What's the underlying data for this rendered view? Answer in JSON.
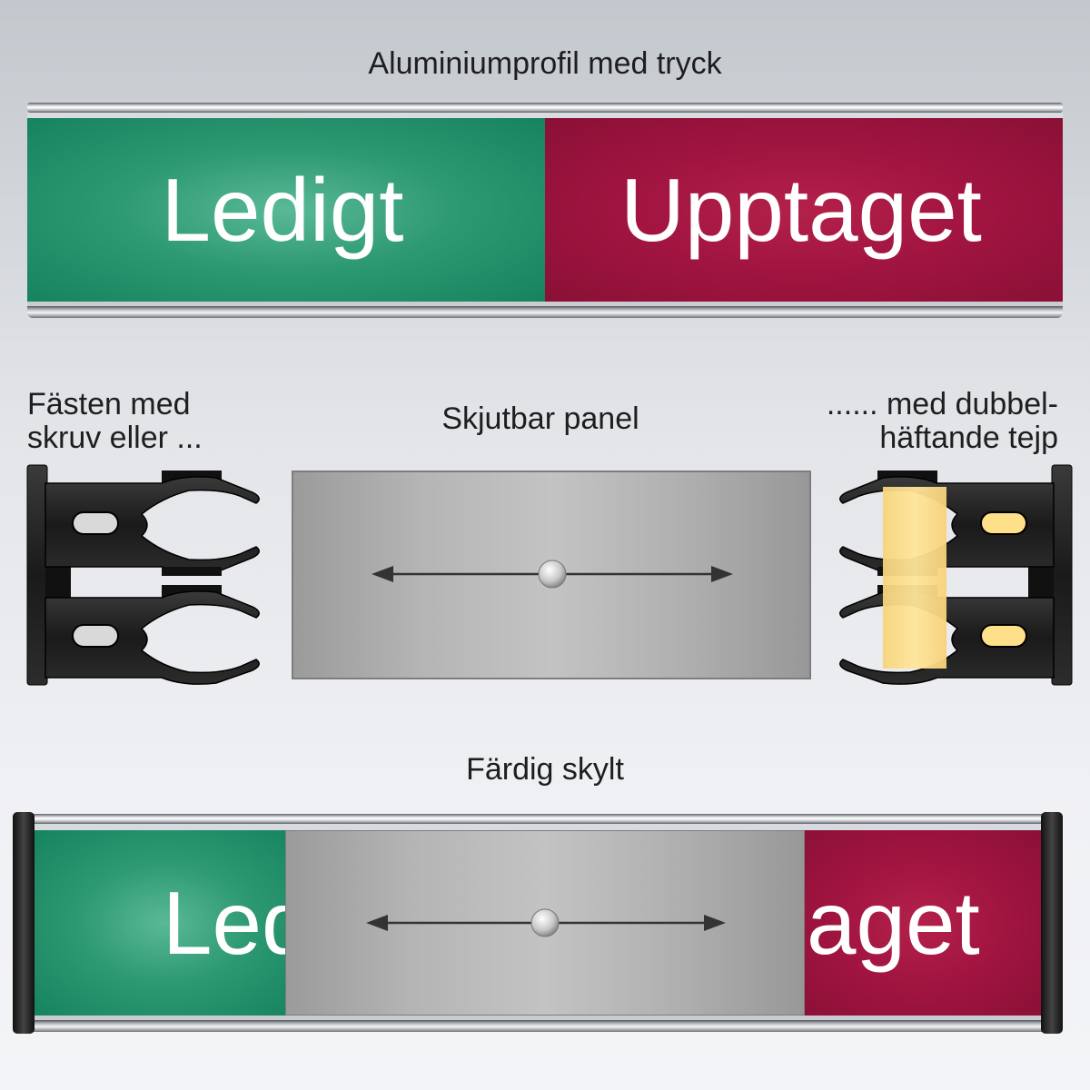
{
  "top_section": {
    "caption": "Aluminiumprofil med tryck",
    "left_label": "Ledigt",
    "right_label": "Upptaget"
  },
  "middle_section": {
    "left_caption_line1": "Fästen med",
    "left_caption_line2": "skruv eller ...",
    "center_caption": "Skjutbar panel",
    "right_caption_line1": "...... med dubbel-",
    "right_caption_line2": "häftande tejp"
  },
  "bottom_section": {
    "caption": "Färdig skylt",
    "left_partial_label": "Led",
    "right_partial_label": "aget"
  },
  "colors": {
    "green": "#16835f",
    "red": "#a01440",
    "tape_yellow": "#ffe08a",
    "bracket_black": "#1a1a1a",
    "panel_grey": "#b5b5b5"
  }
}
